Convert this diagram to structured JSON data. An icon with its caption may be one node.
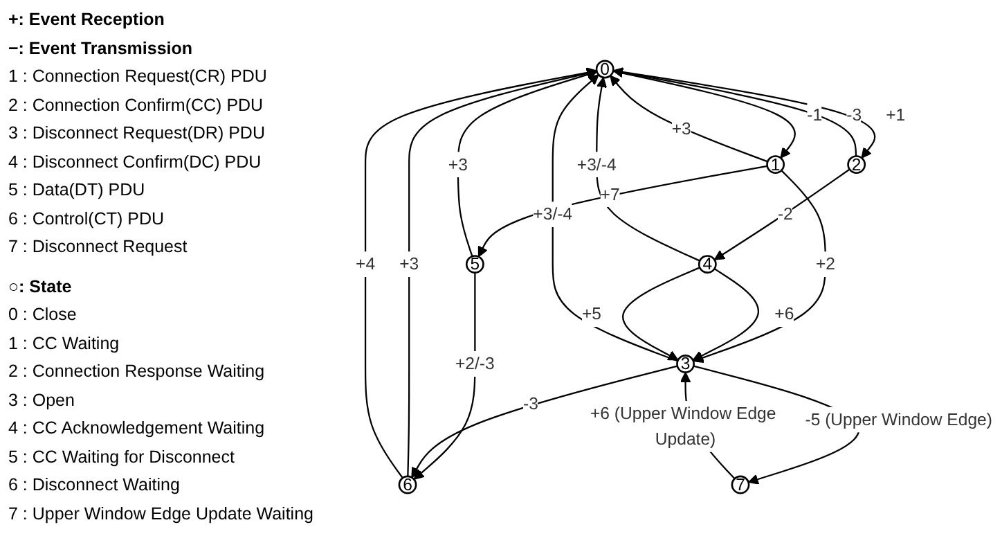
{
  "diagram": {
    "nodes": [
      {
        "text": [
          "0"
        ]
      },
      {
        "text": [
          "1"
        ]
      },
      {
        "text": [
          "2"
        ]
      },
      {
        "text": [
          "5"
        ]
      },
      {
        "text": [
          "6"
        ]
      },
      {
        "text": [
          "4"
        ]
      },
      {
        "text": [
          "3"
        ]
      },
      {
        "text": [
          "7"
        ]
      }
    ],
    "edges": [
      {
        "from": 0,
        "to": 1,
        "arrow": "to",
        "label": "-1"
      },
      {
        "from": 1,
        "to": 0,
        "arrow": "to",
        "label": "+3"
      },
      {
        "from": 0,
        "to": 2,
        "arrow": "to",
        "label": "+1"
      },
      {
        "from": 2,
        "to": 0,
        "arrow": "to",
        "label": "-3"
      },
      {
        "from": 3,
        "to": 0,
        "arrow": "to",
        "label": "+3"
      },
      {
        "from": 4,
        "to": 0,
        "arrow": "to",
        "label": "+3"
      },
      {
        "from": 4,
        "to": 0,
        "arrow": "to",
        "label": "+4"
      },
      {
        "from": 6,
        "to": 0,
        "arrow": "to",
        "label": "+3/-4"
      },
      {
        "from": 5,
        "to": 0,
        "arrow": "to",
        "label": "+3/-4"
      },
      {
        "from": 2,
        "to": 5,
        "arrow": "to",
        "label": "-2"
      },
      {
        "from": 1,
        "to": 3,
        "arrow": "to",
        "label": "+7"
      },
      {
        "from": 3,
        "to": 4,
        "arrow": "to",
        "label": "+2/-3"
      },
      {
        "from": 6,
        "to": 4,
        "arrow": "to",
        "label": "-3"
      },
      {
        "from": 1,
        "to": 6,
        "arrow": "to",
        "label": "+2"
      },
      {
        "from": 5,
        "to": 6,
        "arrow": "to",
        "label": "+6"
      },
      {
        "from": 5,
        "to": 6,
        "arrow": "to",
        "label": "+5"
      },
      {
        "from": 7,
        "to": 6,
        "arrow": "to",
        "label": "+6 (Upper Window Edge Update)"
      },
      {
        "from": 6,
        "to": 7,
        "arrow": "to",
        "label": "-5 (Upper Window Edge)"
      }
    ],
    "labels": [
      "+: Event Reception",
      "−: Event Transmission",
      "1 : Connection Request(CR) PDU",
      "2 : Connection Confirm(CC) PDU",
      "3 : Disconnect Request(DR) PDU",
      "4 : Disconnect Confirm(DC) PDU",
      "5 : Data(DT) PDU",
      "6 : Control(CT) PDU",
      "7 : Disconnect Request",
      "○: State",
      "0 : Close",
      "1 : CC Waiting",
      "2 : Connection Response Waiting",
      "3 : Open",
      "4 : CC Acknowledgement Waiting",
      "5 : CC Waiting for Disconnect",
      "6 : Disconnect Waiting",
      "7 : Upper Window Edge Update Waiting"
    ]
  }
}
